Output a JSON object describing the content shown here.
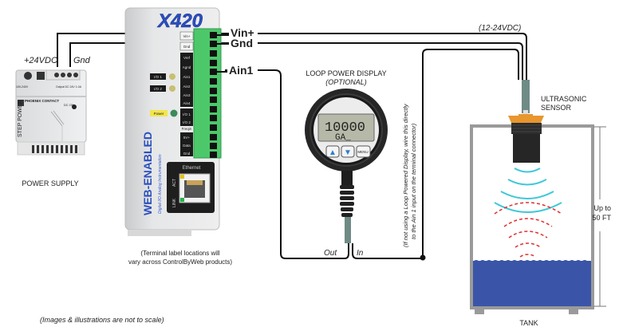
{
  "diagram": {
    "power_supply": {
      "caption": "POWER SUPPLY",
      "brand": "PHOENIX CONTACT",
      "side_text": "STEP POWER",
      "terminal_pos_label": "+24VDC",
      "terminal_neg_label": "Gnd",
      "input_rating": "100-240V",
      "output_rating": "Output DC 24V 1.0A",
      "dc_ok_label": "DC OK"
    },
    "controller": {
      "model": "X420",
      "brand_text": "WEB-ENABLED",
      "sub_text": "Digital I/O  Analog  Instrumentation",
      "terminal_labels": [
        "Vin+",
        "Gnd",
        "Vref",
        "Agnd",
        "Ain1",
        "Ain2",
        "Ain3",
        "Ain4",
        "I/O 1",
        "I/O 2",
        "Freqin",
        "5V+",
        "Data",
        "Gnd"
      ],
      "led_labels": [
        "I/O 1",
        "I/O 2",
        "Power"
      ],
      "ethernet_label": "Ethernet",
      "act_label": "ACT",
      "link_label": "LINK",
      "note": [
        "(Terminal label locations will",
        "vary across ControlByWeb products)"
      ]
    },
    "wire_labels": {
      "vin": "Vin+",
      "gnd": "Gnd",
      "ain1": "Ain1",
      "supply_range": "(12-24VDC)",
      "out": "Out",
      "in": "In"
    },
    "display": {
      "title": "LOOP POWER DISPLAY",
      "subtitle": "(OPTIONAL)",
      "reading": "10000",
      "sub_reading": "GA_",
      "button_up": "▲",
      "button_down": "▼",
      "button_menu": "MENU",
      "bypass_note": [
        "(If not using a Loop Powered Display, wire this directly",
        "to the Ain 1 input on the terminal connector)"
      ]
    },
    "sensor": {
      "label": [
        "ULTRASONIC",
        "SENSOR"
      ]
    },
    "tank": {
      "caption": "TANK",
      "range_label": [
        "Up to",
        "50 FT"
      ]
    },
    "footnote": "(Images & illustrations are not to scale)",
    "colors": {
      "wire": "#111111",
      "terminal_green": "#4cc86a",
      "brand_blue": "#2a4fbf",
      "water": "#3a55a8",
      "sensor_orange": "#e8962e",
      "wave_cyan": "#3ec8d8",
      "wave_red": "#e03030",
      "tank_gray": "#9a9a9a"
    }
  }
}
